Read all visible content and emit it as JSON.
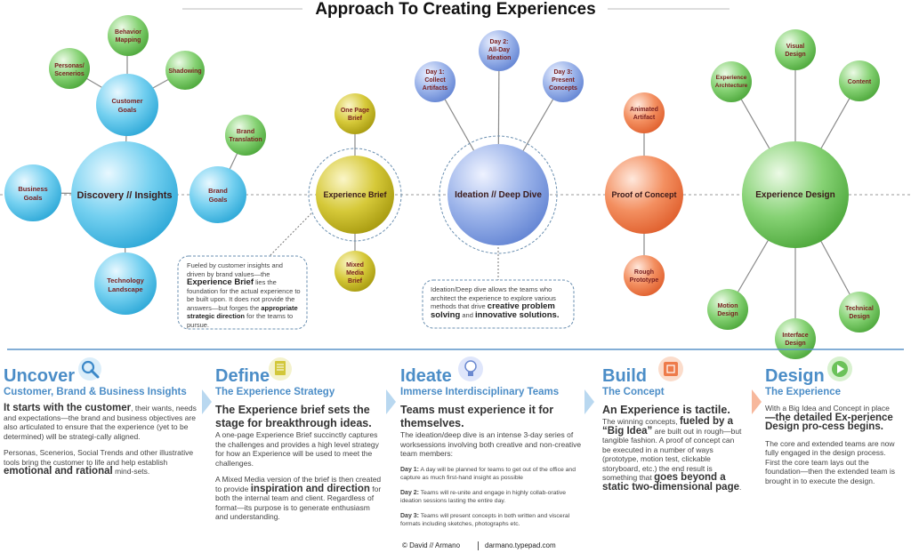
{
  "title": "Approach To Creating Experiences",
  "nodes": {
    "discovery": "Discovery // Insights",
    "customer_goals": "Customer Goals",
    "behavior_mapping": "Behavior Mapping",
    "personas": "Personas/ Scenerios",
    "shadowing": "Shadowing",
    "business_goals": "Business Goals",
    "technology_landscape": "Technology Landscape",
    "brand_goals": "Brand Goals",
    "brand_translation": "Brand Translation",
    "experience_brief": "Experience Brief",
    "one_page_brief": "One Page Brief",
    "mixed_media_brief": "Mixed Media Brief",
    "ideation": "Ideation // Deep Dive",
    "day1": "Day 1: Collect Artifacts",
    "day2": "Day 2: All-Day Ideation",
    "day3": "Day 3: Present Concepts",
    "proof_of_concept": "Proof of Concept",
    "animated_artifact": "Animated Artifact",
    "rough_prototype": "Rough Prototype",
    "experience_design": "Experience Design",
    "visual_design": "Visual Design",
    "experience_architecture": "Experience Archtecture",
    "content": "Content",
    "motion_design": "Motion Design",
    "interface_design": "Interface Design",
    "technical_design": "Technical Design"
  },
  "callouts": {
    "brief": {
      "p1": "Fueled by customer insights and driven by brand values—the",
      "p2": "Experience Brief",
      "p3": "lies the foundation for the actual experience to be built upon.  It does not provide the answers—but forges the",
      "p4": "appropriate strategic direction",
      "p5": "for the teams to pursue."
    },
    "ideation": {
      "p1": "Ideation/Deep dive allows the teams who architect the experience to explore various methods that drive",
      "p2": "creative problem solving",
      "p3": "and",
      "p4": "innovative solutions."
    }
  },
  "columns": {
    "uncover": {
      "title": "Uncover",
      "subtitle": "Customer, Brand & Business Insights",
      "lead": "It starts with the customer",
      "p1": ", their wants, needs and expectations—the brand and business objectives are also articulated to ensure that the experience (yet to be determined) will be strategi-cally aligned.",
      "p2": "Personas, Scenerios, Social Trends and other illustrative tools bring the customer to life and help establish",
      "p2_em": "emotional and rational",
      "p2_end": "mind-sets."
    },
    "define": {
      "title": "Define",
      "subtitle": "The Experience Strategy",
      "lead": "The Experience brief sets the stage for breakthrough ideas.",
      "p1": "A one-page Experience Brief succinctly captures the challenges and provides a high level strategy for how an Experience will be used to meet the challenges.",
      "p2": "A Mixed Media version of the brief is then created to provide",
      "p2_em": "inspiration and direction",
      "p2_end": "for both the internal team and client.  Regardless of format—its purpose is to generate enthusiasm and understanding."
    },
    "ideate": {
      "title": "Ideate",
      "subtitle": "Immerse Interdisciplinary Teams",
      "lead": "Teams must experience it for themselves.",
      "p1": "The ideation/deep dive is an intense 3-day series of worksessions involving both creative and non-creative team members:",
      "d1_label": "Day 1:",
      "d1": "A day will be planned for teams to get out of the office and capture as much first-hand insight as possible",
      "d2_label": "Day 2:",
      "d2": "Teams will re-unite and engage in highly collab-orative ideation sessions lasting the entire day.",
      "d3_label": "Day 3:",
      "d3": "Teams will present concepts in both written and visceral formats including sketches, photographs etc."
    },
    "build": {
      "title": "Build",
      "subtitle": "The Concept",
      "lead": "An Experience is tactile.",
      "p1": "The winning concepts,",
      "p1_em": "fueled by a “Big Idea”",
      "p1_end": "are built out in rough—but tangible fashion.  A proof of concept can be executed in a number of ways (prototype, motion test, clickable storyboard, etc.) the end result is something that",
      "p1_em2": "goes beyond a static two-dimensional page",
      "p1_final": "."
    },
    "design": {
      "title": "Design",
      "subtitle": "The Experience",
      "p1": "With a Big Idea and Concept in place",
      "p1_em": "—the detailed Ex-perience Design pro-cess begins.",
      "p2": "The core and extended teams are now fully engaged in the design process.  First the core team lays out the foundation—then the extended team is brought in to execute the design."
    }
  },
  "footer": {
    "credit": "© David // Armano",
    "url": "darmano.typepad.com"
  },
  "colors": {
    "blue": "#4fc3ea",
    "gold": "#c2b51a",
    "periwinkle": "#7f9fe0",
    "orange": "#ef7d4d",
    "green": "#6cc25a",
    "heading": "#4b8dc7"
  }
}
